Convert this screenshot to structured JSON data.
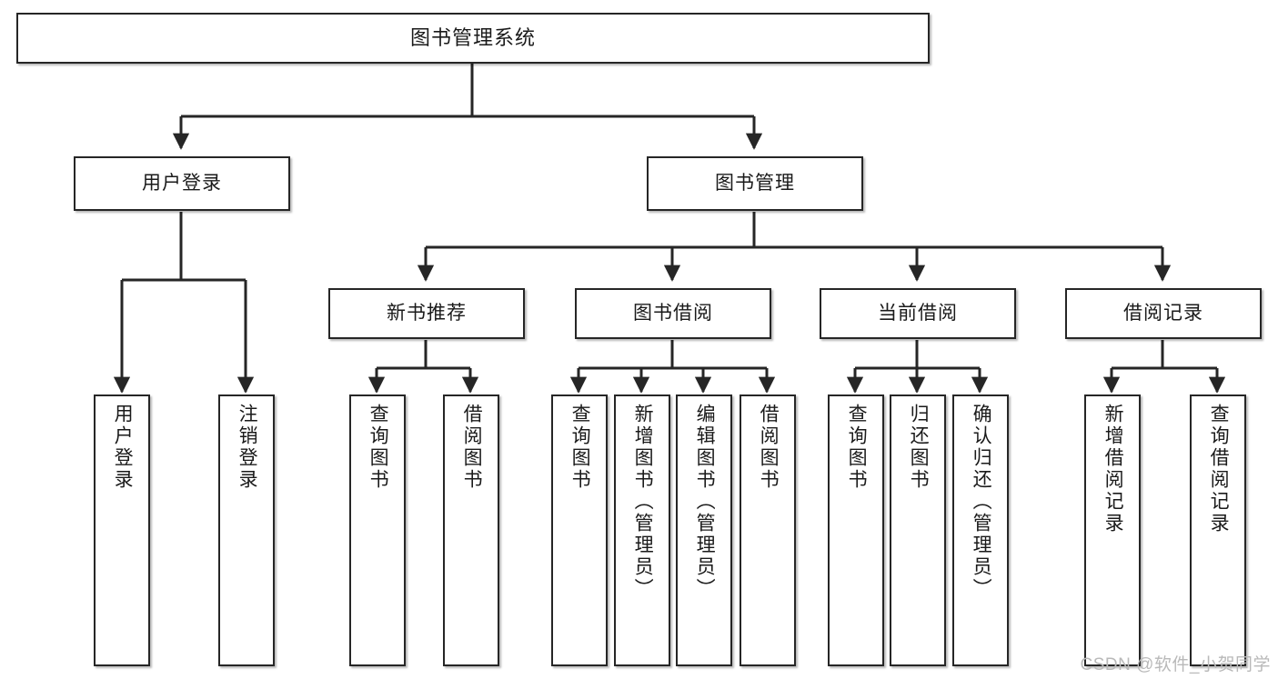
{
  "diagram": {
    "title": "图书管理系统",
    "watermark": "CSDN @软件_小贺同学",
    "line_color": "#262626",
    "box_border_color": "#262626",
    "box_fill_color": "#ffffff",
    "text_color": "#1a1a1a",
    "background_color": "#ffffff"
  },
  "root": {
    "label": "图书管理系统"
  },
  "level2": [
    {
      "label": "用户登录"
    },
    {
      "label": "图书管理"
    }
  ],
  "level3": [
    {
      "label": "新书推荐"
    },
    {
      "label": "图书借阅"
    },
    {
      "label": "当前借阅"
    },
    {
      "label": "借阅记录"
    }
  ],
  "leaves": {
    "user_login": [
      {
        "label": "用户登录"
      },
      {
        "label": "注销登录"
      }
    ],
    "new_book_recommend": [
      {
        "label": "查询图书"
      },
      {
        "label": "借阅图书"
      }
    ],
    "book_borrow": [
      {
        "label": "查询图书"
      },
      {
        "label": "新增图书（管理员）"
      },
      {
        "label": "编辑图书（管理员）"
      },
      {
        "label": "借阅图书"
      }
    ],
    "current_borrow": [
      {
        "label": "查询图书"
      },
      {
        "label": "归还图书"
      },
      {
        "label": "确认归还（管理员）"
      }
    ],
    "borrow_records": [
      {
        "label": "新增借阅记录"
      },
      {
        "label": "查询借阅记录"
      }
    ]
  }
}
